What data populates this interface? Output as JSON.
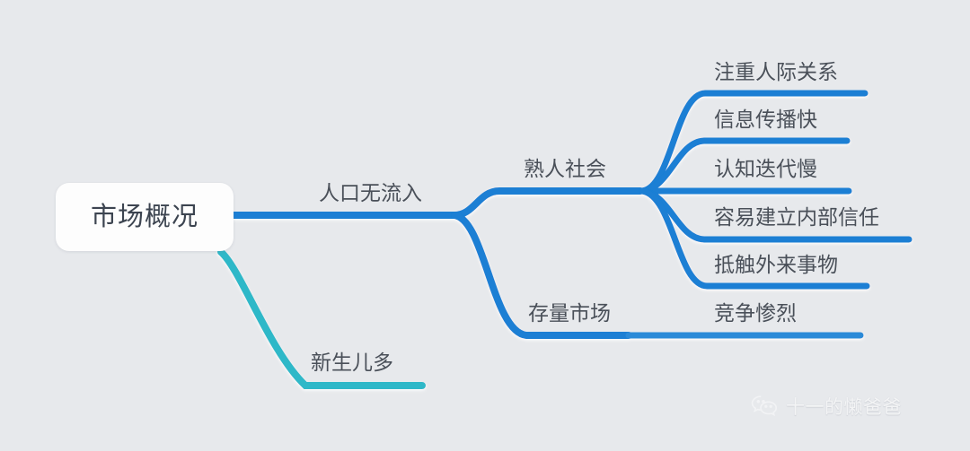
{
  "background_color": "#e7e9ec",
  "theme": {
    "branch_blue": "#1a7fd4",
    "branch_teal": "#2eb8c8",
    "text_color": "#4a5059",
    "root_bg": "#fdfdfd"
  },
  "mindmap": {
    "root": {
      "label": "市场概况"
    },
    "branches": [
      {
        "id": "population-no-inflow",
        "label": "人口无流入",
        "color": "#1a7fd4",
        "children": [
          {
            "id": "acquaintance-society",
            "label": "熟人社会",
            "children": [
              {
                "id": "value-relationships",
                "label": "注重人际关系"
              },
              {
                "id": "fast-info-spread",
                "label": "信息传播快"
              },
              {
                "id": "slow-cognitive-iteration",
                "label": "认知迭代慢"
              },
              {
                "id": "easy-internal-trust",
                "label": "容易建立内部信任"
              },
              {
                "id": "resist-foreign-things",
                "label": "抵触外来事物"
              }
            ]
          },
          {
            "id": "stock-market",
            "label": "存量市场",
            "children": [
              {
                "id": "fierce-competition",
                "label": "竞争惨烈"
              }
            ]
          }
        ]
      },
      {
        "id": "many-newborns",
        "label": "新生儿多",
        "color": "#2eb8c8",
        "children": []
      }
    ]
  },
  "watermark": {
    "icon": "wechat-icon",
    "account_name": "十一的懒爸爸"
  }
}
